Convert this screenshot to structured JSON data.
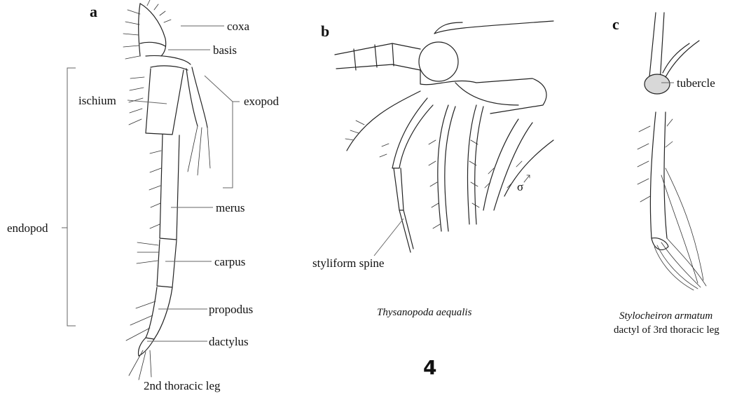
{
  "figure_number": "4",
  "panel_a": {
    "letter": "a",
    "caption": "2nd thoracic leg",
    "labels": {
      "coxa": "coxa",
      "basis": "basis",
      "ischium": "ischium",
      "exopod": "exopod",
      "endopod": "endopod",
      "merus": "merus",
      "carpus": "carpus",
      "propodus": "propodus",
      "dactylus": "dactylus"
    }
  },
  "panel_b": {
    "letter": "b",
    "label_spine": "styliform spine",
    "sex_symbol": "σ",
    "species": "Thysanopoda aequalis"
  },
  "panel_c": {
    "letter": "c",
    "label_tubercle": "tubercle",
    "species": "Stylocheiron armatum",
    "caption": "dactyl of 3rd thoracic leg"
  }
}
